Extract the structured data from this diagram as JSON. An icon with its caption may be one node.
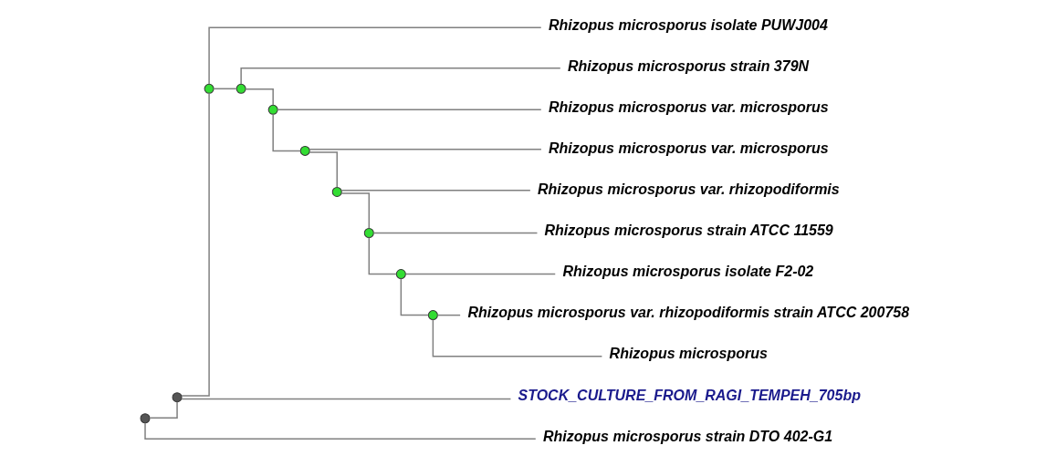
{
  "diagram": {
    "nodes": [
      {
        "text": [],
        "shape": "circle"
      },
      {
        "text": [],
        "shape": "circle"
      },
      {
        "text": [],
        "shape": "circle"
      },
      {
        "text": [],
        "shape": "circle"
      },
      {
        "text": [],
        "shape": "circle"
      },
      {
        "text": [],
        "shape": "circle"
      },
      {
        "text": [],
        "shape": "circle"
      },
      {
        "text": [],
        "shape": "circle"
      },
      {
        "text": [],
        "shape": "circle"
      },
      {
        "text": [],
        "shape": "circle"
      },
      {
        "text": [
          "Rhizopus microsporus isolate PUWJ004"
        ]
      },
      {
        "text": [
          "Rhizopus microsporus strain 379N"
        ]
      },
      {
        "text": [
          "Rhizopus microsporus var. microsporus"
        ]
      },
      {
        "text": [
          "Rhizopus microsporus var. microsporus"
        ]
      },
      {
        "text": [
          "Rhizopus microsporus var. rhizopodiformis"
        ]
      },
      {
        "text": [
          "Rhizopus microsporus strain ATCC 11559"
        ]
      },
      {
        "text": [
          "Rhizopus microsporus isolate F2-02"
        ]
      },
      {
        "text": [
          "Rhizopus microsporus var. rhizopodiformis strain ATCC 200758"
        ]
      },
      {
        "text": [
          "Rhizopus microsporus"
        ]
      },
      {
        "text": [
          "STOCK_CULTURE_FROM_RAGI_TEMPEH_705bp"
        ]
      },
      {
        "text": [
          "Rhizopus microsporus strain DTO 402-G1"
        ]
      }
    ],
    "edges": [
      {
        "from": 0,
        "to": 1,
        "arrow": "none"
      },
      {
        "from": 0,
        "to": 20,
        "arrow": "none"
      },
      {
        "from": 1,
        "to": 2,
        "arrow": "none"
      },
      {
        "from": 1,
        "to": 19,
        "arrow": "none"
      },
      {
        "from": 2,
        "to": 10,
        "arrow": "none"
      },
      {
        "from": 2,
        "to": 3,
        "arrow": "none"
      },
      {
        "from": 3,
        "to": 11,
        "arrow": "none"
      },
      {
        "from": 3,
        "to": 4,
        "arrow": "none"
      },
      {
        "from": 4,
        "to": 12,
        "arrow": "none"
      },
      {
        "from": 4,
        "to": 5,
        "arrow": "none"
      },
      {
        "from": 5,
        "to": 13,
        "arrow": "none"
      },
      {
        "from": 5,
        "to": 6,
        "arrow": "none"
      },
      {
        "from": 6,
        "to": 14,
        "arrow": "none"
      },
      {
        "from": 6,
        "to": 7,
        "arrow": "none"
      },
      {
        "from": 7,
        "to": 15,
        "arrow": "none"
      },
      {
        "from": 7,
        "to": 8,
        "arrow": "none"
      },
      {
        "from": 8,
        "to": 16,
        "arrow": "none"
      },
      {
        "from": 8,
        "to": 9,
        "arrow": "none"
      },
      {
        "from": 9,
        "to": 17,
        "arrow": "none"
      },
      {
        "from": 9,
        "to": 18,
        "arrow": "none"
      }
    ]
  }
}
